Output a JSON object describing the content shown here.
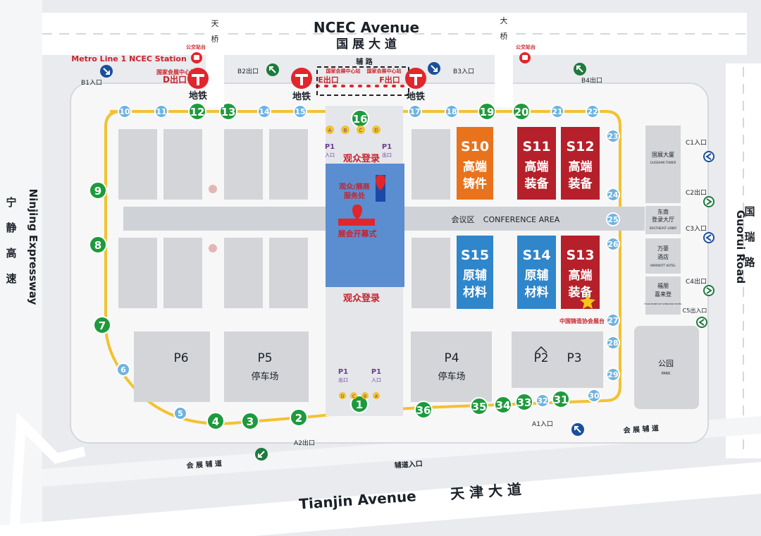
{
  "roads": {
    "north_en": "NCEC Avenue",
    "north_cn": "国 展 大 道",
    "south_en": "Tianjin Avenue",
    "south_cn": "天 津 大 道",
    "west_en": "Ninjing Expressway",
    "west_cn": [
      "宁",
      "静",
      "高",
      "速"
    ],
    "east_en": "Guorui Road",
    "east_cn": [
      "国",
      "瑞",
      "路"
    ],
    "aux_north": "辅 路",
    "aux_south_1": "会 展 辅 道",
    "aux_south_2": "会 展 辅 道",
    "aux_entry": "辅道入口",
    "bridge_1": [
      "天",
      "桥"
    ],
    "bridge_2": [
      "大",
      "桥"
    ]
  },
  "transit": {
    "metro_line": "Metro Line 1 NCEC Station",
    "bus_stop_1": "公交站台",
    "bus_stop_2": "公交站台",
    "station_name": "国家会展中心站",
    "exit_d": "D出口",
    "exit_e": "E出口",
    "exit_f": "F出口",
    "subway_label": "地铁",
    "metro_color": "#e1262c"
  },
  "gates": {
    "B1": "B1入口",
    "B2": "B2出口",
    "B3": "B3入口",
    "B4": "B4出口",
    "C1": "C1入口",
    "C2": "C2出口",
    "C3": "C3入口",
    "C4": "C4出口",
    "C5": "C5出入口",
    "A1": "A1入口",
    "A2": "A2出口"
  },
  "halls": [
    {
      "id": "S10",
      "line1": "高端",
      "line2": "铸件",
      "color": "#e8731c"
    },
    {
      "id": "S11",
      "line1": "高端",
      "line2": "装备",
      "color": "#b5202a"
    },
    {
      "id": "S12",
      "line1": "高端",
      "line2": "装备",
      "color": "#b5202a"
    },
    {
      "id": "S13",
      "line1": "高端",
      "line2": "装备",
      "color": "#b5202a"
    },
    {
      "id": "S14",
      "line1": "原辅",
      "line2": "材料",
      "color": "#2f86cb"
    },
    {
      "id": "S15",
      "line1": "原辅",
      "line2": "材料",
      "color": "#2f86cb"
    }
  ],
  "center": {
    "audience_reg_1": "观众登录",
    "audience_reg_2": "观众登录",
    "service_1": "观众/展商",
    "service_2": "服务处",
    "opening": "展会开幕式",
    "conference_cn": "会议区",
    "conference_en": "CONFERENCE AREA",
    "association_booth": "中国铸造协会展台"
  },
  "parking": {
    "P1_top_left": {
      "name": "P1",
      "sub": "入口"
    },
    "P1_top_right": {
      "name": "P1",
      "sub": "出口"
    },
    "P1_bottom_left": {
      "name": "P1",
      "sub": "出口"
    },
    "P1_bottom_right": {
      "name": "P1",
      "sub": "入口"
    },
    "P2": "P2",
    "P3": "P3",
    "P4": "P4",
    "P4_sub": "停车场",
    "P5": "P5",
    "P5_sub": "停车场",
    "P6": "P6",
    "p_lane_top": [
      "A",
      "B",
      "C",
      "D"
    ],
    "p_lane_bottom": [
      "D",
      "C",
      "B",
      "A"
    ]
  },
  "east_buildings": {
    "tower_cn": "国展大厦",
    "tower_en": "GUOZHAN TOWER",
    "lobby_cn_1": "东南",
    "lobby_cn_2": "登录大厅",
    "lobby_en": "SOUTHEAST LOBBY",
    "marriott_cn_1": "万豪",
    "marriott_cn_2": "酒店",
    "marriott_en": "MARRIOTT HOTEL",
    "fourpoints_cn_1": "福朋",
    "fourpoints_cn_2": "喜来登",
    "fourpoints_en": "FOUR POINTS BY SHERATON HOTEL",
    "park_cn": "公园",
    "park_en": "PARK"
  },
  "markers": {
    "green": [
      "1",
      "2",
      "3",
      "4",
      "7",
      "8",
      "9",
      "12",
      "13",
      "16",
      "19",
      "20",
      "31",
      "33",
      "34",
      "35",
      "36"
    ],
    "light_blue": [
      "5",
      "6",
      "10",
      "11",
      "14",
      "15",
      "17",
      "18",
      "21",
      "22",
      "23",
      "24",
      "25",
      "26",
      "27",
      "28",
      "29",
      "30",
      "32"
    ]
  },
  "colors": {
    "green_marker": "#1e9a3e",
    "blue_marker": "#6fb3df",
    "road_yellow": "#f2c230",
    "center_blue": "#5a8ed0"
  }
}
